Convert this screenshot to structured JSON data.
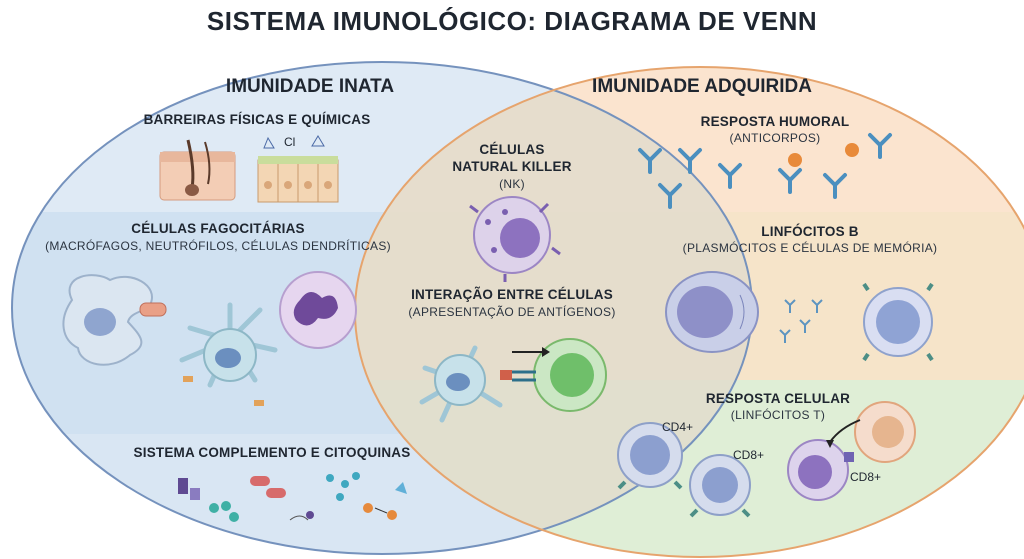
{
  "title": "SISTEMA IMUNOLÓGICO: DIAGRAMA DE VENN",
  "innate": {
    "heading": "IMUNIDADE INATA",
    "barriers": {
      "title": "BARREIRAS FÍSICAS E QUÍMICAS",
      "chem_label": "Cl"
    },
    "phagocytes": {
      "title": "CÉLULAS FAGOCITÁRIAS",
      "subtitle": "(MACRÓFAGOS, NEUTRÓFILOS, CÉLULAS DENDRÍTICAS)"
    },
    "complement": {
      "title": "SISTEMA COMPLEMENTO E CITOQUINAS"
    }
  },
  "overlap": {
    "nk": {
      "title_line1": "CÉLULAS",
      "title_line2": "NATURAL KILLER",
      "subtitle": "(NK)"
    },
    "interaction": {
      "title": "INTERAÇÃO ENTRE CÉLULAS",
      "subtitle": "(APRESENTAÇÃO DE ANTÍGENOS)"
    }
  },
  "adaptive": {
    "heading": "IMUNIDADE ADQUIRIDA",
    "humoral": {
      "title": "RESPOSTA HUMORAL",
      "subtitle": "(ANTICORPOS)"
    },
    "bcells": {
      "title": "LINFÓCITOS B",
      "subtitle": "(PLASMÓCITOS E CÉLULAS DE MEMÓRIA)"
    },
    "cellular": {
      "title": "RESPOSTA CELULAR",
      "subtitle": "(LINFÓCITOS T)",
      "labels": [
        "CD4+",
        "CD8+",
        "CD8+"
      ]
    }
  },
  "colors": {
    "innate_fill": "#dce8f4",
    "innate_band": "#cfe0f0",
    "innate_stroke": "#6f8db8",
    "adaptive_fill": "#fbe3cc",
    "adaptive_band_b": "#f5e2c6",
    "adaptive_band_c": "#dcebd2",
    "adaptive_stroke": "#e3a36c",
    "overlap_fill": "#e6dccc"
  }
}
